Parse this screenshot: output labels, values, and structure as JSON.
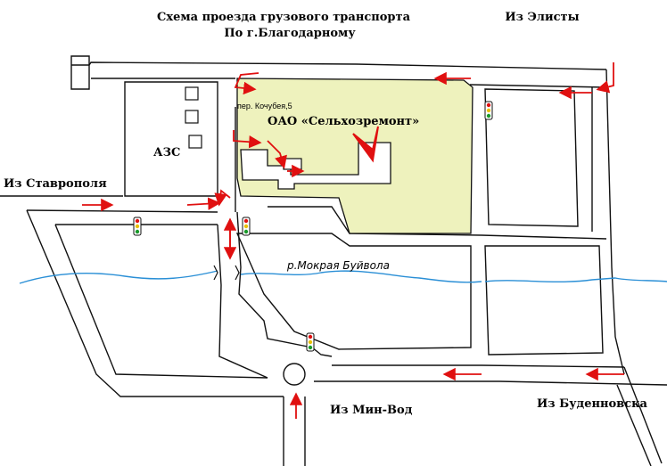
{
  "title_line1": "Схема  проезда   грузового транспорта",
  "title_line2": "По г.Благодарному",
  "from_elista": "Из Элисты",
  "from_stavropol": "Из  Ставрополя",
  "from_min_vod": "Из  Мин-Вод",
  "from_budennovsk": "Из  Буденновска",
  "gas_station": "АЗС",
  "company_name": "ОАО  «Сельхозремонт»",
  "address": "пер. Кочубея,5",
  "river_name": "р.Мокрая  Буйвола",
  "colors": {
    "company_fill": "#eef2bd",
    "arrow": "#e01010",
    "river": "#2a8fd6",
    "road_line": "#111111"
  }
}
